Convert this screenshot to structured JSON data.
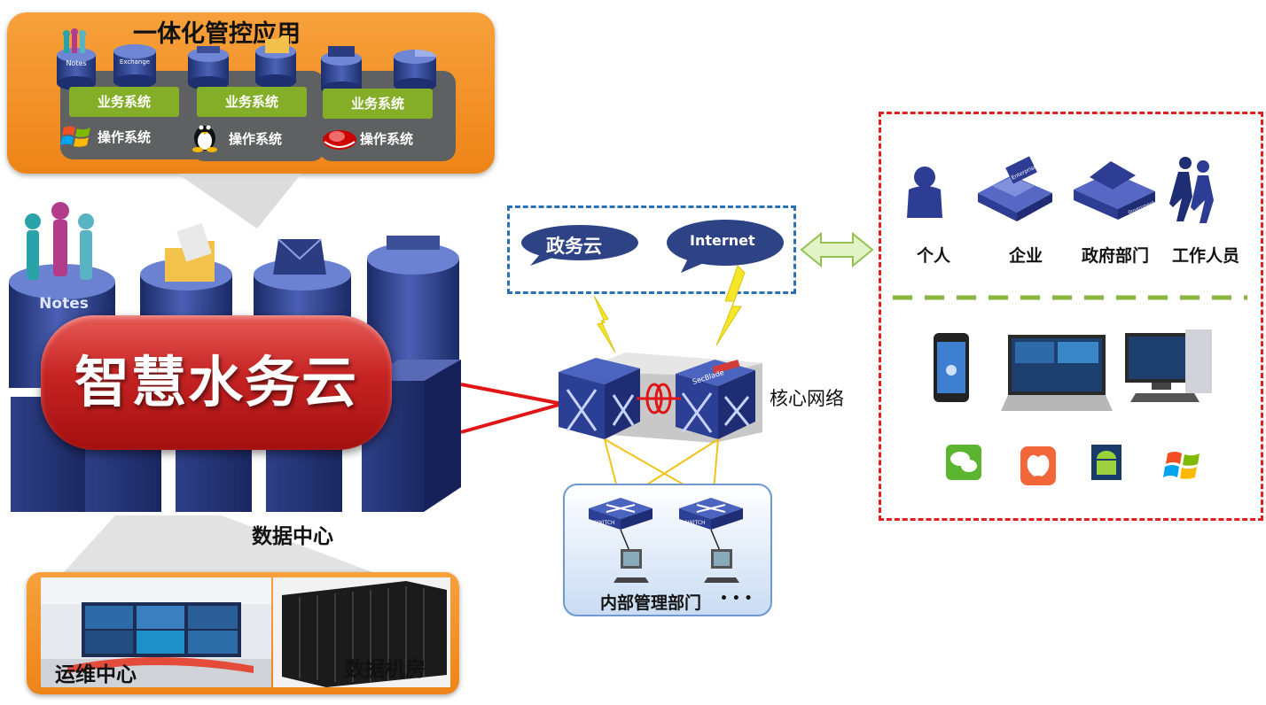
{
  "integrated_apps": {
    "title": "一体化管控应用",
    "db_labels": [
      "Notes",
      "Exchange"
    ],
    "business_label": "业务系统",
    "os_label": "操作系统"
  },
  "data_center": {
    "cloud_title": "智慧水务云",
    "db_label": "Notes",
    "label": "数据中心"
  },
  "facilities": {
    "ops_center": "运维中心",
    "machine_room": "数据机房"
  },
  "network": {
    "gov_cloud": "政务云",
    "internet": "Internet",
    "core_network": "核心网络",
    "internal_dept": "内部管理部门",
    "ellipsis": "• • •",
    "switch_label": "SWITCH",
    "secblade_label": "SecBlade"
  },
  "users": {
    "items": [
      "个人",
      "企业",
      "政府部门",
      "工作人员"
    ],
    "enterprise_sign": "Enterprise",
    "government_sign": "Government"
  }
}
